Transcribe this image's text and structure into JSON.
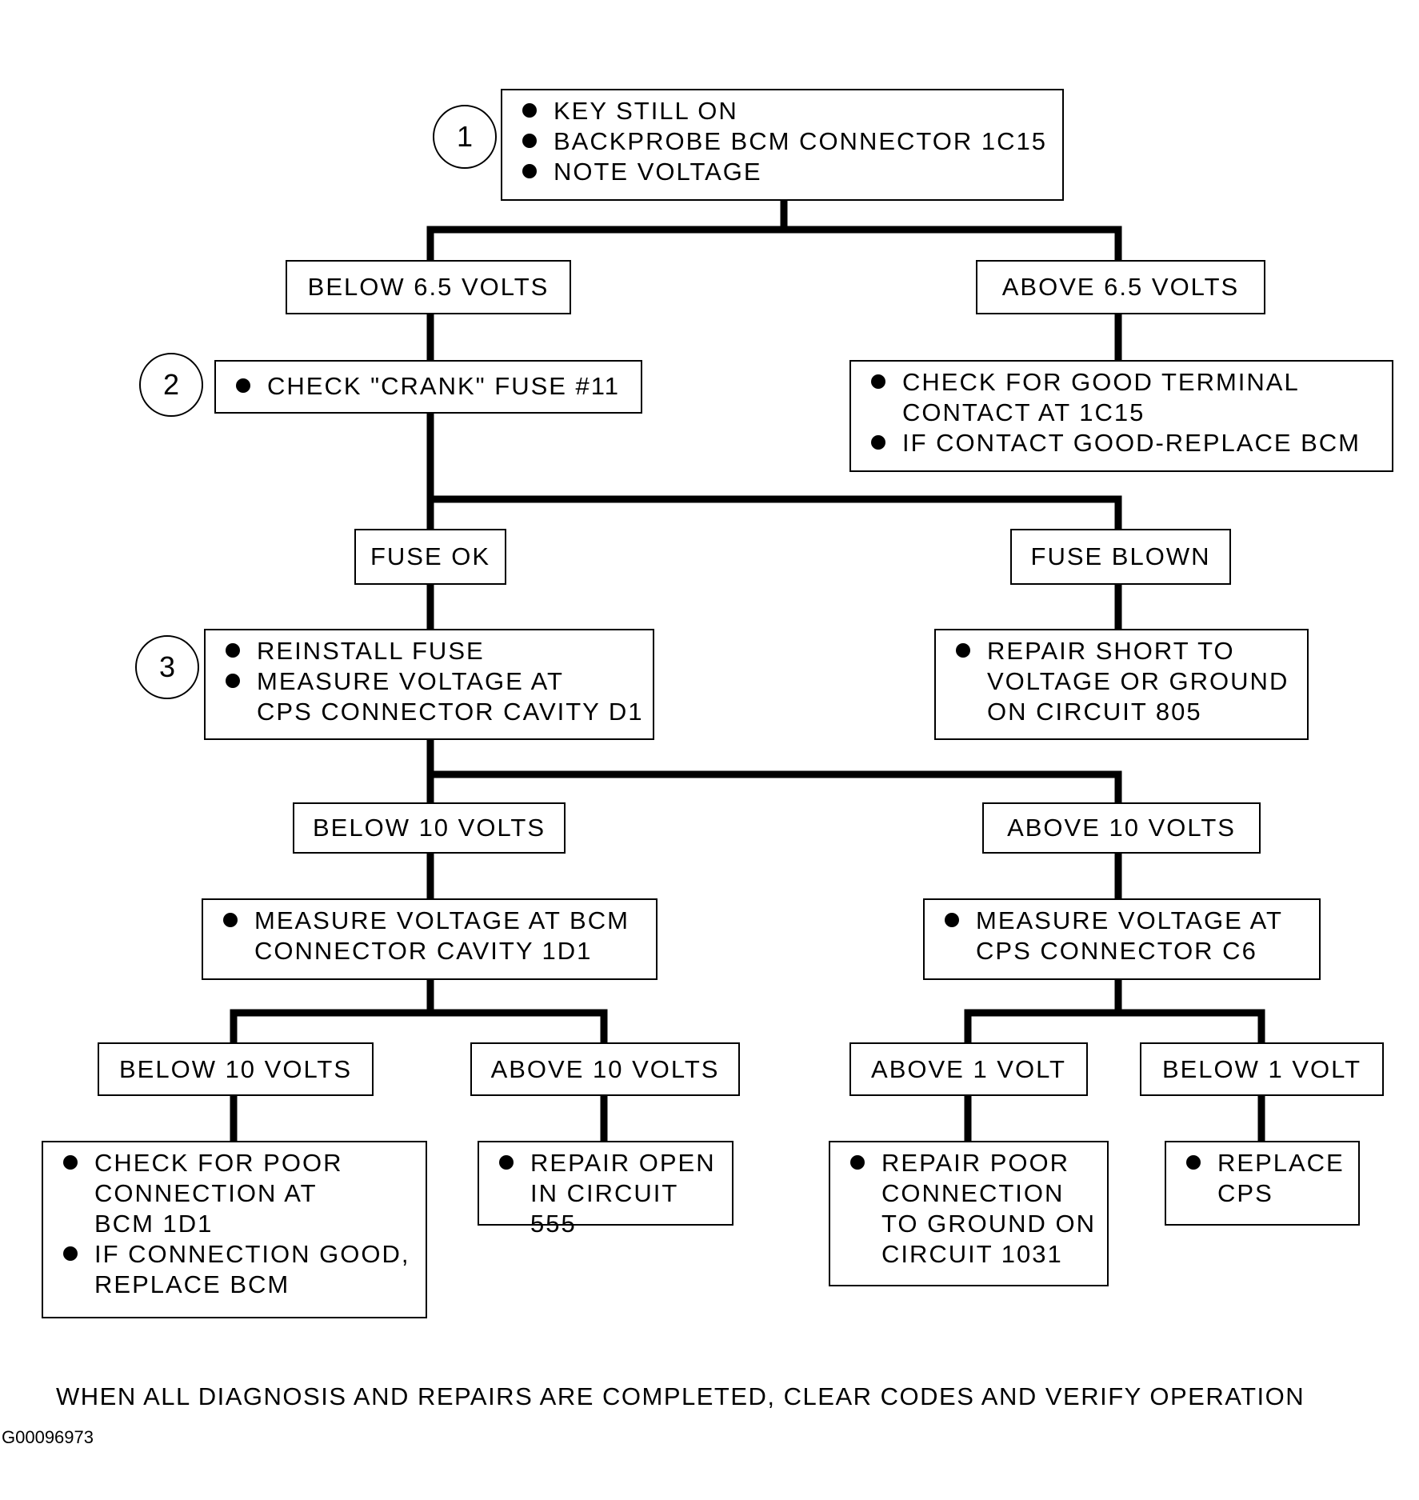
{
  "steps": [
    {
      "number": "1"
    },
    {
      "number": "2"
    },
    {
      "number": "3"
    }
  ],
  "boxes": {
    "step1": [
      "KEY STILL ON",
      "BACKPROBE BCM CONNECTOR 1C15",
      "NOTE VOLTAGE"
    ],
    "below_6_5": "BELOW 6.5 VOLTS",
    "above_6_5": "ABOVE 6.5 VOLTS",
    "step2": [
      "CHECK \"CRANK\" FUSE #11"
    ],
    "terminal_check": [
      "CHECK FOR GOOD TERMINAL\nCONTACT AT 1C15",
      "IF CONTACT GOOD-REPLACE BCM"
    ],
    "fuse_ok": "FUSE OK",
    "fuse_blown": "FUSE BLOWN",
    "step3": [
      "REINSTALL FUSE",
      "MEASURE VOLTAGE AT\nCPS CONNECTOR CAVITY D1"
    ],
    "repair_short": [
      "REPAIR SHORT TO\nVOLTAGE OR GROUND\nON CIRCUIT 805"
    ],
    "below_10_a": "BELOW 10 VOLTS",
    "above_10_a": "ABOVE 10 VOLTS",
    "measure_bcm": [
      "MEASURE VOLTAGE AT BCM\nCONNECTOR CAVITY 1D1"
    ],
    "measure_cps": [
      "MEASURE VOLTAGE AT\nCPS CONNECTOR C6"
    ],
    "below_10_b": "BELOW 10 VOLTS",
    "above_10_b": "ABOVE 10 VOLTS",
    "above_1": "ABOVE 1 VOLT",
    "below_1": "BELOW 1 VOLT",
    "poor_conn": [
      "CHECK FOR POOR\nCONNECTION AT\nBCM 1D1",
      "IF CONNECTION GOOD,\nREPLACE BCM"
    ],
    "repair_open": [
      "REPAIR OPEN\nIN CIRCUIT 555"
    ],
    "repair_ground": [
      "REPAIR POOR\nCONNECTION\nTO GROUND ON\nCIRCUIT 1031"
    ],
    "replace_cps": [
      "REPLACE\nCPS"
    ]
  },
  "footer": "WHEN ALL DIAGNOSIS AND REPAIRS ARE COMPLETED, CLEAR CODES AND VERIFY OPERATION",
  "figure_id": "G00096973"
}
